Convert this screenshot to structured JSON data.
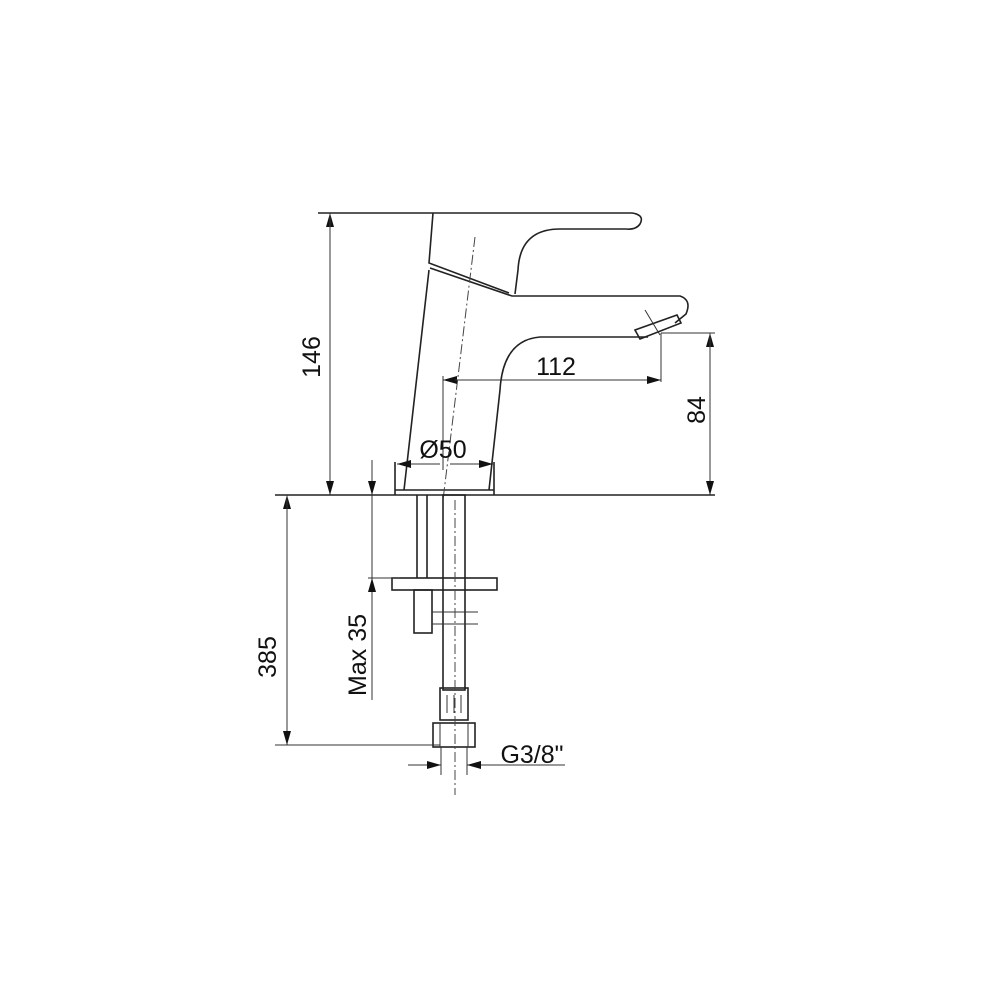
{
  "dimensions": {
    "total_height": "146",
    "spout_reach": "112",
    "spout_height": "84",
    "base_diameter": "Ø50",
    "hose_length": "385",
    "max_deck_thickness": "Max 35",
    "connection_thread": "G3/8\""
  }
}
